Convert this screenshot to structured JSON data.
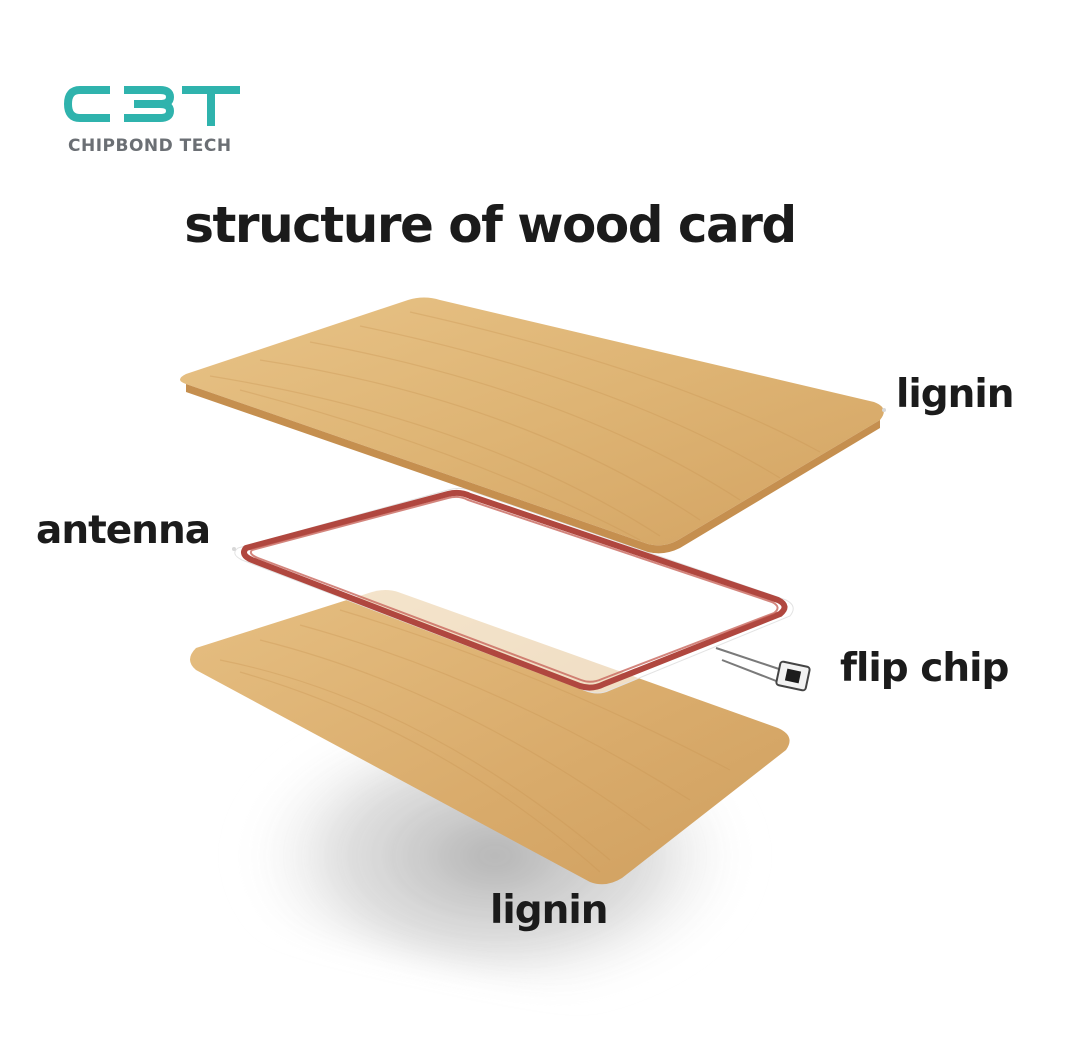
{
  "logo": {
    "mark": "CBT",
    "company": "CHIPBOND TECH",
    "color": "#2fb3ad"
  },
  "title": "structure of wood card",
  "labels": {
    "top_layer": "lignin",
    "antenna": "antenna",
    "chip": "flip chip",
    "bottom_layer": "lignin"
  },
  "colors": {
    "wood_light": "#e4bd7f",
    "wood_dark": "#d19f5c",
    "antenna": "#b0473f",
    "text": "#1b1b1b"
  }
}
